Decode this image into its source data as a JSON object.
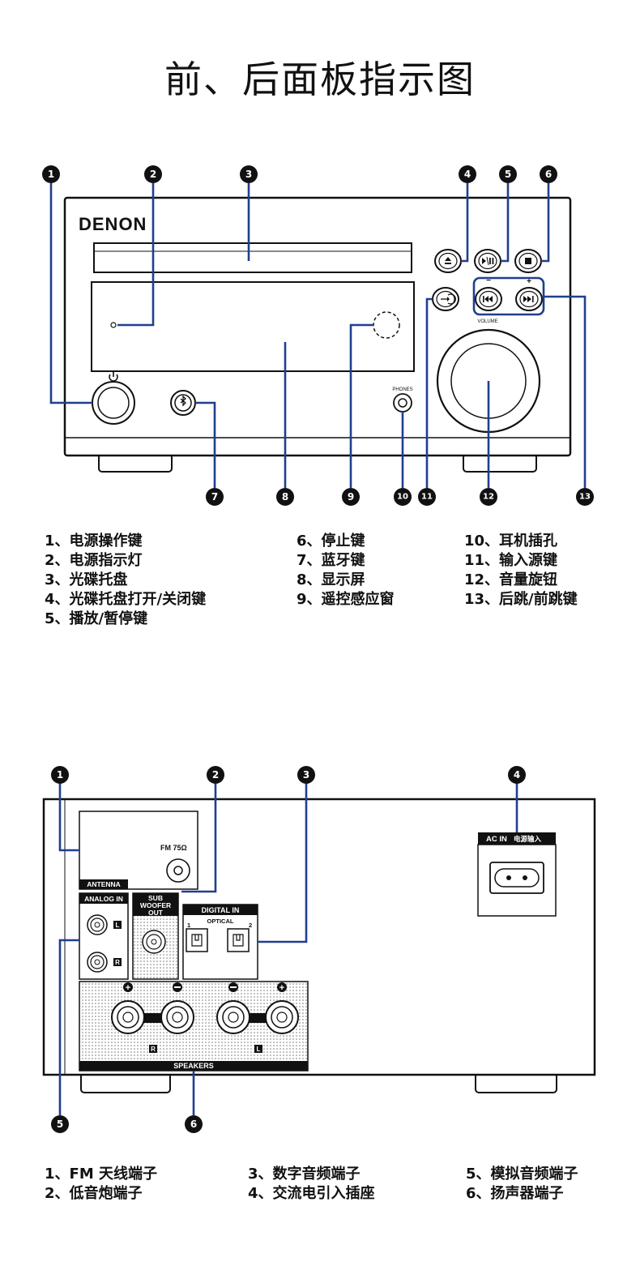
{
  "title": "前、后面板指示图",
  "front": {
    "brand": "DENON",
    "volume_label": "VOLUME",
    "phones_label": "PHONES",
    "badges": [
      "1",
      "2",
      "3",
      "4",
      "5",
      "6",
      "7",
      "8",
      "9",
      "10",
      "11",
      "12",
      "13"
    ],
    "legend_col1": [
      "1、电源操作键",
      "2、电源指示灯",
      "3、光碟托盘",
      "4、光碟托盘打开/关闭键",
      "5、播放/暂停键"
    ],
    "legend_col2": [
      "6、停止键",
      "7、蓝牙键",
      "8、显示屏",
      "9、遥控感应窗"
    ],
    "legend_col3": [
      "10、耳机插孔",
      "11、输入源键",
      "12、音量旋钮",
      "13、后跳/前跳键"
    ]
  },
  "rear": {
    "antenna_label": "ANTENNA",
    "fm_label": "FM  75Ω",
    "analog_in_label": "ANALOG IN",
    "sub_label_1": "SUB",
    "sub_label_2": "WOOFER",
    "sub_label_3": "OUT",
    "digital_in_label": "DIGITAL IN",
    "optical_label": "OPTICAL",
    "optical_1": "1",
    "optical_2": "2",
    "ac_in_label": "AC IN",
    "ac_in_cn": "电源输入",
    "speakers_label": "SPEAKERS",
    "l_mark": "L",
    "r_mark": "R",
    "badges": [
      "1",
      "2",
      "3",
      "4",
      "5",
      "6"
    ],
    "legend_col1": [
      "1、FM 天线端子",
      "2、低音炮端子"
    ],
    "legend_col2": [
      "3、数字音频端子",
      "4、交流电引入插座"
    ],
    "legend_col3": [
      "5、模拟音频端子",
      "6、扬声器端子"
    ]
  },
  "colors": {
    "leader": "#1f3f8f",
    "outline": "#111111"
  },
  "icons": [
    "power-icon",
    "bluetooth-icon",
    "eject-icon",
    "play-pause-icon",
    "stop-icon",
    "input-source-icon",
    "skip-back-icon",
    "skip-forward-icon"
  ]
}
